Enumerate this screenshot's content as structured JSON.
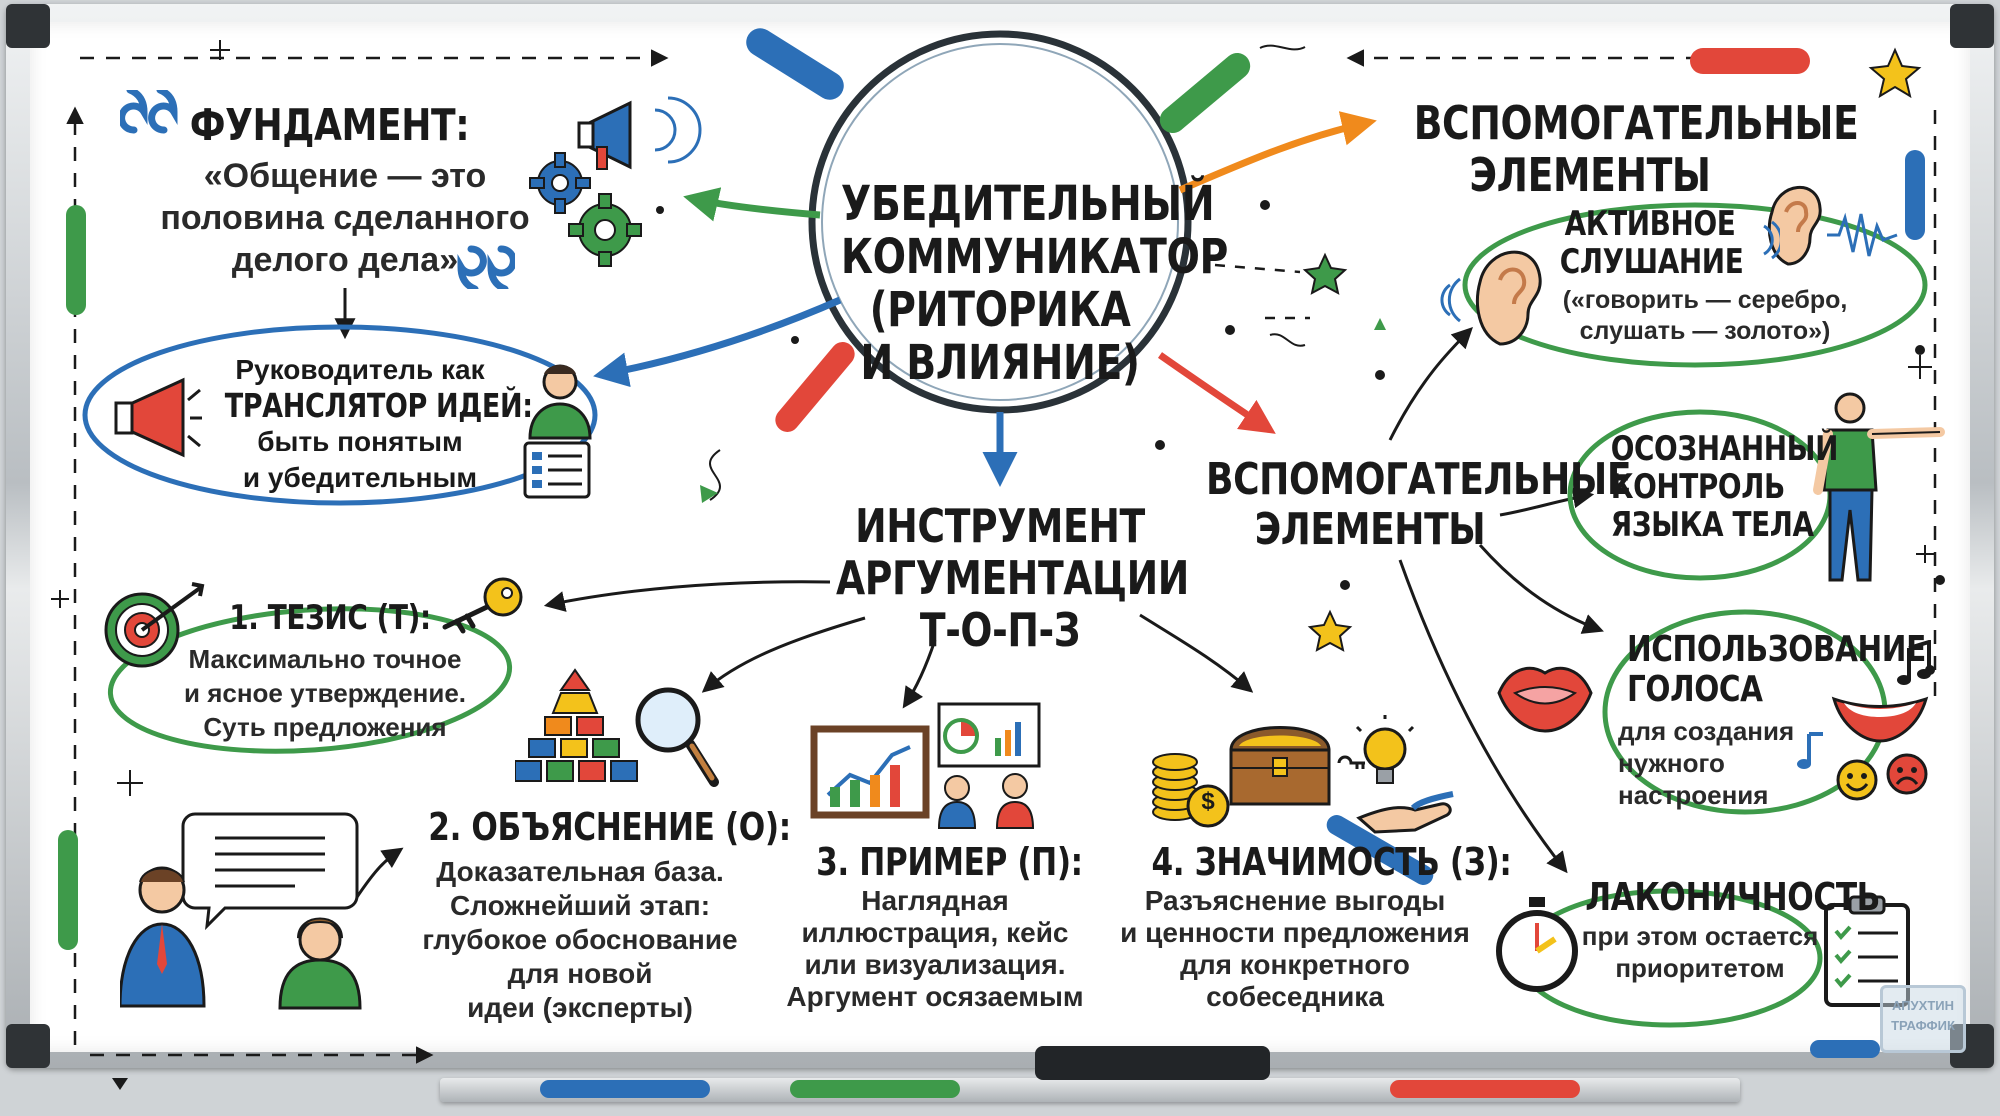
{
  "colors": {
    "ink": "#1a1a1a",
    "blue": "#2c6fb7",
    "green": "#3e9a4a",
    "orange": "#f08a1c",
    "red": "#e2473a",
    "yellow": "#f3c21b"
  },
  "center": {
    "lines": [
      "УБЕДИТЕЛЬНЫЙ",
      "КОММУНИКАТОР",
      "(РИТОРИКА",
      "И ВЛИЯНИЕ)"
    ]
  },
  "foundation": {
    "title": "ФУНДАМЕНТ:",
    "quote": [
      "«Общение — это",
      "половина сделанного",
      "делого дела»"
    ]
  },
  "leader": {
    "lines": [
      "Руководитель как",
      "ТРАНСЛЯТОР ИДЕЙ:",
      "быть понятым",
      "и убедительным"
    ]
  },
  "thesis": {
    "title": "1. ТЕЗИС (Т):",
    "desc": [
      "Максимально точное",
      "и ясное утверждение.",
      "Суть предложения"
    ]
  },
  "tool": {
    "lines": [
      "ИНСТРУМЕНТ",
      "АРГУМЕНТАЦИИ",
      "Т-О-П-З"
    ]
  },
  "explanation": {
    "title": "2. ОБЪЯСНЕНИЕ (О):",
    "desc": [
      "Доказательная база.",
      "Сложнейший этап:",
      "глубокое обоснование",
      "для новой",
      "идеи (эксперты)"
    ]
  },
  "example": {
    "title": "3. ПРИМЕР (П):",
    "desc": [
      "Наглядная",
      "иллюстрация, кейс",
      "или визуализация.",
      "Аргумент осязаемым"
    ]
  },
  "significance": {
    "title": "4. ЗНАЧИМОСТЬ (З):",
    "desc": [
      "Разъяснение выгоды",
      "и ценности предложения",
      "для конкретного",
      "собеседника"
    ]
  },
  "aux_top": {
    "lines": [
      "ВСПОМОГАТЕЛЬНЫЕ",
      "ЭЛЕМЕНТЫ"
    ]
  },
  "listening": {
    "title": [
      "АКТИВНОЕ",
      "СЛУШАНИЕ"
    ],
    "desc": [
      "(«говорить — серебро,",
      "слушать — золото»)"
    ]
  },
  "aux_mid": {
    "lines": [
      "ВСПОМОГАТЕЛЬНЫЕ",
      "ЭЛЕМЕНТЫ"
    ]
  },
  "body_lang": {
    "lines": [
      "ОСОЗНАННЫЙ",
      "КОНТРОЛЬ",
      "ЯЗЫКА ТЕЛА"
    ]
  },
  "voice": {
    "title": [
      "ИСПОЛЬЗОВАНИЕ",
      "ГОЛОСА"
    ],
    "desc": [
      "для создания",
      "нужного",
      "настроения"
    ]
  },
  "brevity": {
    "title": "ЛАКОНИЧНОСТЬ",
    "desc": [
      "при этом остается",
      "приоритетом"
    ]
  },
  "watermark": {
    "lines": [
      "АПУХТИН",
      "ТРАФФИК"
    ]
  },
  "icons": [
    "quote-open-icon",
    "quote-close-icon",
    "megaphone-icon",
    "gears-icon",
    "person-icon",
    "checklist-icon",
    "target-icon",
    "key-icon",
    "pyramid-icon",
    "magnifier-icon",
    "people-talking-icon",
    "chart-board-icon",
    "presentation-icon",
    "coins-icon",
    "treasure-chest-icon",
    "lightbulb-icon",
    "hand-icon",
    "ear-icon",
    "sound-wave-icon",
    "human-figure-icon",
    "lips-icon",
    "music-note-icon",
    "smiley-icon",
    "sad-face-icon",
    "stopwatch-icon",
    "clipboard-icon",
    "star-icon",
    "marker-icon"
  ]
}
